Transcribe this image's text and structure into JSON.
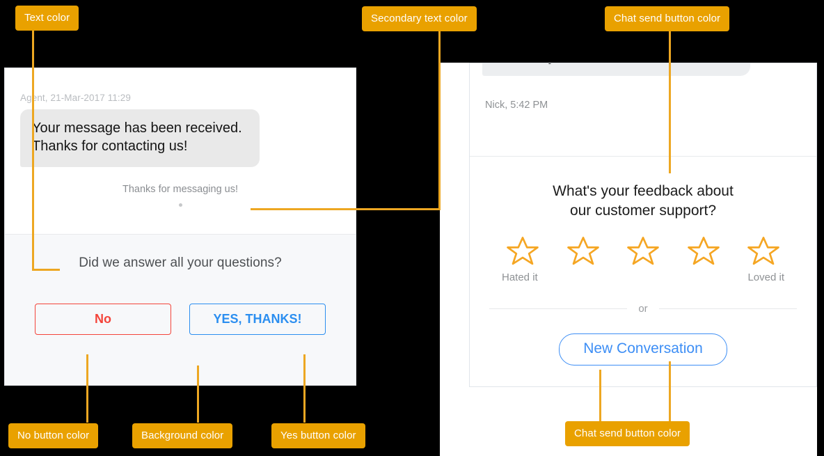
{
  "annotations": [
    {
      "id": "text-color",
      "label": "Text color"
    },
    {
      "id": "secondary-text-color",
      "label": "Secondary text color"
    },
    {
      "id": "chat-send-button-color-top",
      "label": "Chat send button color"
    },
    {
      "id": "no-button-color",
      "label": "No button color"
    },
    {
      "id": "background-color",
      "label": "Background color"
    },
    {
      "id": "yes-button-color",
      "label": "Yes button color"
    },
    {
      "id": "chat-send-button-color-bottom",
      "label": "Chat send button color"
    }
  ],
  "colors": {
    "annotation_pill": "#e9a100",
    "connector": "#eda722",
    "backdrop": "#000000",
    "text": "#141414",
    "secondary_text": "#8a8d91",
    "no_button": "#f4443a",
    "yes_button": "#2b8ef0",
    "chat_send_button": "#3d8ef5",
    "star": "#f5a623",
    "widget_background": "#f7f8fa"
  },
  "left_widget": {
    "message_meta": "Agent, 21-Mar-2017 11:29",
    "message_body": "Your message has been received. Thanks for contacting us!",
    "system_note": "Thanks for messaging us!",
    "question": "Did we answer all your questions?",
    "no_label": "No",
    "yes_label": "YES, THANKS!"
  },
  "right_widget": {
    "message_body": "reaches your address.",
    "message_meta": "Nick, 5:42 PM",
    "feedback_title_line1": "What's your feedback about",
    "feedback_title_line2": "our customer support?",
    "stars": [
      {
        "name": "star-1"
      },
      {
        "name": "star-2"
      },
      {
        "name": "star-3"
      },
      {
        "name": "star-4"
      },
      {
        "name": "star-5"
      }
    ],
    "star_low_label": "Hated it",
    "star_high_label": "Loved it",
    "or_label": "or",
    "new_conversation_label": "New Conversation"
  }
}
